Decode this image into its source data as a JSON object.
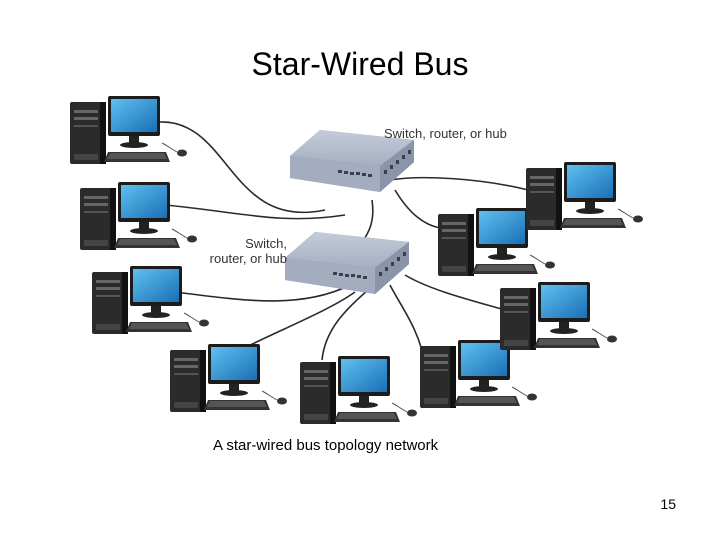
{
  "slide": {
    "title": "Star-Wired Bus",
    "caption": "A star-wired bus topology network",
    "page_number": "15"
  },
  "diagram": {
    "labels": {
      "top_hub": "Switch, router, or hub",
      "lower_hub_line1": "Switch,",
      "lower_hub_line2": "router, or hub"
    },
    "icons": [
      "computer-icon",
      "switch-icon"
    ],
    "colors": {
      "monitor_screen": "#2a8fd4",
      "tower": "#2b2b2b",
      "switch_body": "#9aa4b8",
      "cable": "#2a2a2a"
    }
  }
}
